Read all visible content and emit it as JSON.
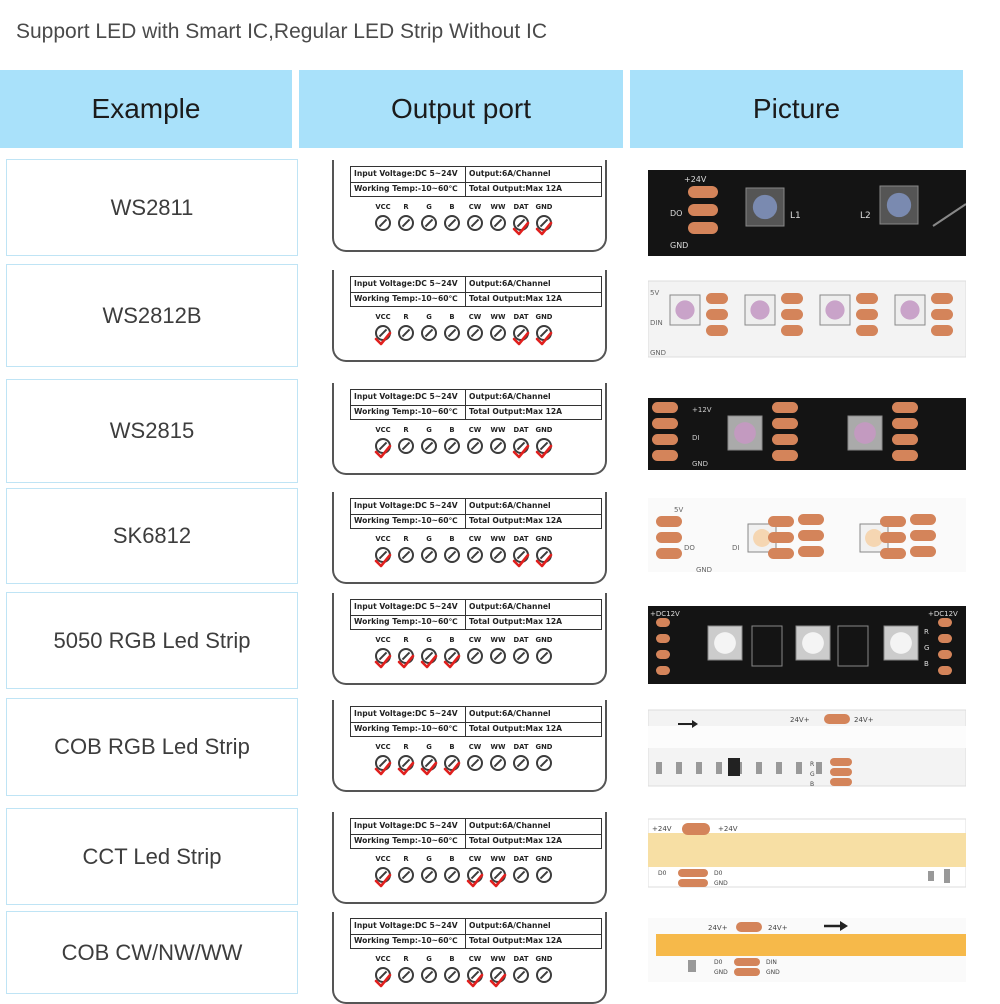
{
  "caption": "Support LED with Smart IC,Regular LED Strip Without IC",
  "headers": {
    "example": "Example",
    "output_port": "Output port",
    "picture": "Picture"
  },
  "spec": {
    "input_voltage": "Input Voltage:DC  5~24V",
    "output": "Output:6A/Channel",
    "working_temp": "Working  Temp:-10~60℃",
    "total_output": "Total Output:Max  12A"
  },
  "pins": [
    "VCC",
    "R",
    "G",
    "B",
    "CW",
    "WW",
    "DAT",
    "GND"
  ],
  "rows": [
    {
      "name": "WS2811",
      "checked": [
        0,
        0,
        0,
        0,
        0,
        0,
        1,
        1
      ]
    },
    {
      "name": "WS2812B",
      "checked": [
        1,
        0,
        0,
        0,
        0,
        0,
        1,
        1
      ]
    },
    {
      "name": "WS2815",
      "checked": [
        1,
        0,
        0,
        0,
        0,
        0,
        1,
        1
      ]
    },
    {
      "name": "SK6812",
      "checked": [
        1,
        0,
        0,
        0,
        0,
        0,
        1,
        1
      ]
    },
    {
      "name": "5050 RGB Led Strip",
      "checked": [
        1,
        1,
        1,
        1,
        0,
        0,
        0,
        0
      ]
    },
    {
      "name": "COB RGB Led Strip",
      "checked": [
        1,
        1,
        1,
        1,
        0,
        0,
        0,
        0
      ]
    },
    {
      "name": "CCT Led Strip",
      "checked": [
        1,
        0,
        0,
        0,
        1,
        1,
        0,
        0
      ]
    },
    {
      "name": "COB CW/NW/WW",
      "checked": [
        1,
        0,
        0,
        0,
        1,
        1,
        0,
        0
      ]
    }
  ],
  "strip_labels": {
    "ws2811": [
      "+24V",
      "DO",
      "GND",
      "L1",
      "L2"
    ],
    "ws2812b": [
      "5V",
      "DIN",
      "GND"
    ],
    "ws2815": [
      "+12V",
      "DI",
      "GND"
    ],
    "sk6812": [
      "5V",
      "DO",
      "DI",
      "GND"
    ],
    "rgb5050": [
      "+DC12V",
      "R",
      "G",
      "B"
    ],
    "cob_rgb": [
      "24V+",
      "24V+",
      "R",
      "G",
      "B"
    ],
    "cct": [
      "+24V",
      "+24V",
      "D0",
      "D0",
      "GND"
    ],
    "cob_cw": [
      "24V+",
      "24V+",
      "D0",
      "DIN",
      "GND",
      "GND"
    ]
  },
  "colors": {
    "header_bg": "#a9e1fa",
    "check": "#e0201e",
    "pad": "#d4845a",
    "strip_black": "#141414",
    "strip_white": "#f3f3f3",
    "cob_warm": "#f6b94a",
    "cct_warm": "#f7dfa4"
  }
}
